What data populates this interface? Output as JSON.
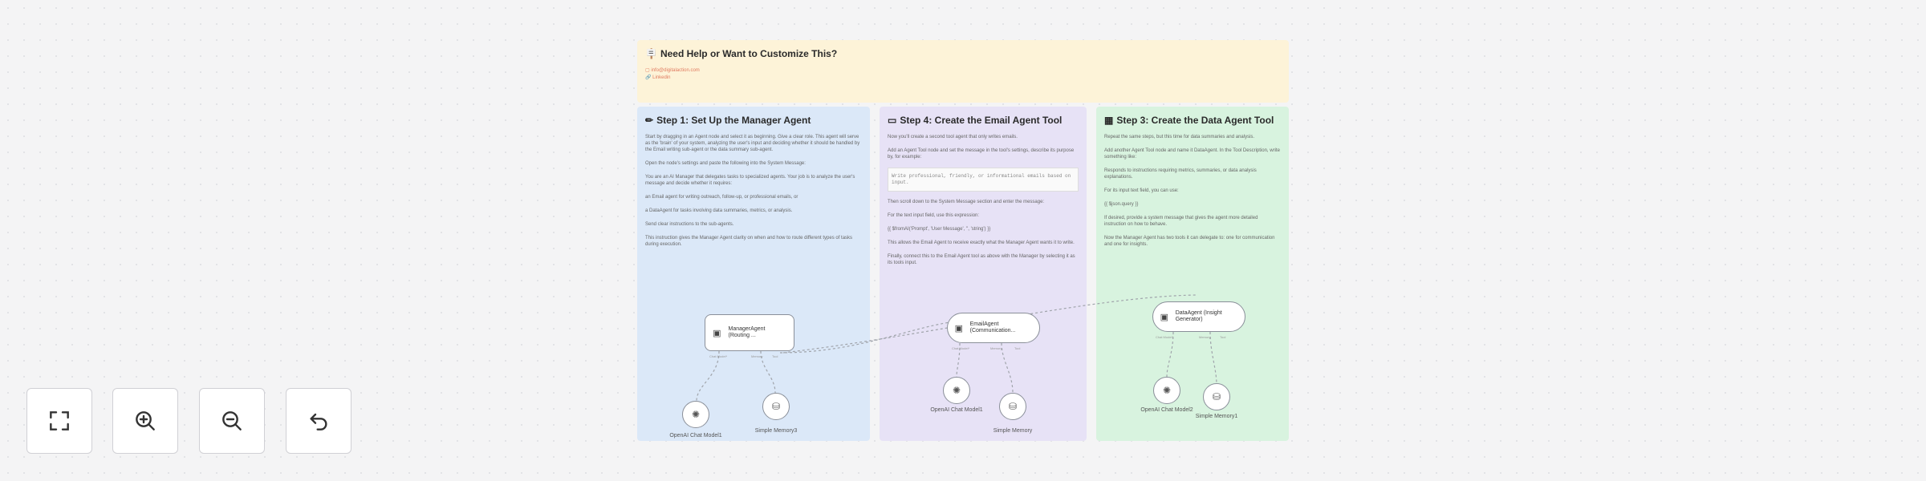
{
  "notes": {
    "help": {
      "title": "Need Help or Want to Customize This?",
      "icon": "sign-icon",
      "lines": [
        "▢ info@digitalaction.com",
        "🔗 Linkedin"
      ]
    },
    "manager": {
      "title": "Step 1: Set Up the Manager Agent",
      "icon": "pencil-icon",
      "paragraphs": [
        "Start by dragging in an Agent node and select it as beginning. Give a clear role. This agent will serve as the 'brain' of your system, analyzing the user's input and deciding whether it should be handled by the Email writing sub-agent or the data summary sub-agent.",
        "Open the node's settings and paste the following into the System Message:",
        "You are an AI Manager that delegates tasks to specialized agents. Your job is to analyze the user's message and decide whether it requires:",
        "an Email agent for writing outreach, follow-up, or professional emails, or",
        "a DataAgent for tasks involving data summaries, metrics, or analysis.",
        "Send clear instructions to the sub-agents.",
        "This instruction gives the Manager Agent clarity on when and how to route different types of tasks during execution."
      ]
    },
    "email": {
      "title": "Step 4: Create the Email Agent Tool",
      "icon": "monitor-icon",
      "paragraphs": [
        "Now you'll create a second tool agent that only writes emails.",
        "Add an Agent Tool node and set the message in the tool's settings, describe its purpose by, for example:",
        "Write professional, friendly, or informational emails based on input.",
        "Then scroll down to the System Message section and enter the message:",
        "For the text input field, use this expression:",
        "{{ $fromAI('Prompt', 'User Message', '', 'string') }}",
        "This allows the Email Agent to receive exactly what the Manager Agent wants it to write.",
        "Finally, connect this to the Email Agent tool as above with the Manager by selecting it as its tools input."
      ]
    },
    "data": {
      "title": "Step 3: Create the Data Agent Tool",
      "icon": "chart-icon",
      "paragraphs": [
        "Repeat the same steps, but this time for data summaries and analysis.",
        "Add another Agent Tool node and name it DataAgent. In the Tool Description, write something like:",
        "Responds to instructions requiring metrics, summaries, or data analysis explanations.",
        "For its input text field, you can use:",
        "{{ $json.query }}",
        "If desired, provide a system message that gives the agent more detailed instruction on how to behave.",
        "Now the Manager Agent has two tools it can delegate to: one for communication and one for insights."
      ]
    }
  },
  "nodes": {
    "manager": {
      "label": "ManagerAgent (Routing ...",
      "icon": "robot-icon"
    },
    "email": {
      "label": "EmailAgent (Communication...",
      "icon": "robot-icon"
    },
    "data": {
      "label": "DataAgent (Insight Generator)",
      "icon": "robot-icon"
    }
  },
  "subnodes": {
    "manager_model": {
      "label": "OpenAI Chat Model1"
    },
    "manager_memory": {
      "label": "Simple Memory3"
    },
    "email_model": {
      "label": "OpenAI Chat Model1"
    },
    "email_memory": {
      "label": "Simple Memory"
    },
    "data_model": {
      "label": "OpenAI Chat Model2"
    },
    "data_memory": {
      "label": "Simple Memory1"
    }
  },
  "port_labels": {
    "model": "Chat Model*",
    "memory": "Memory",
    "tool": "Tool"
  },
  "controls": [
    {
      "name": "fit-view-button",
      "icon": "expand-icon"
    },
    {
      "name": "zoom-in-button",
      "icon": "zoom-in-icon"
    },
    {
      "name": "zoom-out-button",
      "icon": "zoom-out-icon"
    },
    {
      "name": "reset-zoom-button",
      "icon": "undo-icon"
    }
  ],
  "colors": {
    "canvas": "#f4f4f5",
    "note_yellow": "#fdf3d8",
    "note_blue": "#dbe8f8",
    "note_purple": "#e7e2f6",
    "note_green": "#d8f3df"
  }
}
